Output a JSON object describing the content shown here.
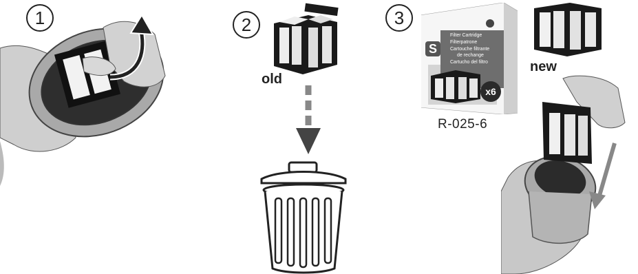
{
  "steps": [
    {
      "number": "1"
    },
    {
      "number": "2",
      "label": "old"
    },
    {
      "number": "3",
      "label_new": "new",
      "product_code": "R-025-6"
    }
  ],
  "package": {
    "size_letter": "S",
    "lines": [
      "Filter Cartridge",
      "Filterpatrone",
      "Cartouche filtrante",
      "de rechange",
      "Cartucho del filtro"
    ],
    "quantity": "x6"
  },
  "colors": {
    "ink": "#222222",
    "arrow_gray": "#888888",
    "skin": "#c8c8c8",
    "stone": "#a9a9a9"
  },
  "icons": [
    "curved-arrow-icon",
    "dashed-down-arrow-icon",
    "trash-can-icon",
    "insert-arrow-icon",
    "filter-cartridge-icon"
  ]
}
